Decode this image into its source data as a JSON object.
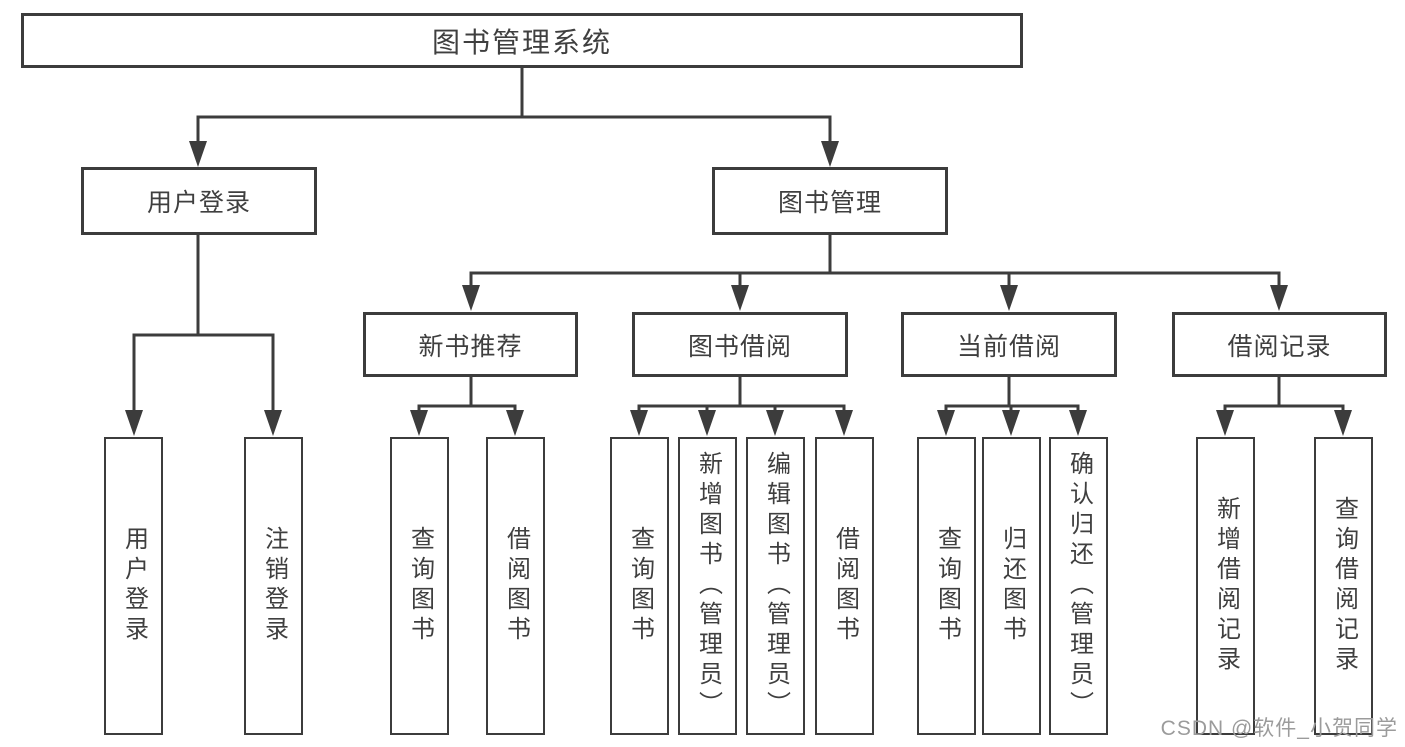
{
  "tree": {
    "label": "图书管理系统",
    "children": [
      {
        "label": "用户登录",
        "children": [
          {
            "label": "用户登录"
          },
          {
            "label": "注销登录"
          }
        ]
      },
      {
        "label": "图书管理",
        "children": [
          {
            "label": "新书推荐",
            "children": [
              {
                "label": "查询图书"
              },
              {
                "label": "借阅图书"
              }
            ]
          },
          {
            "label": "图书借阅",
            "children": [
              {
                "label": "查询图书"
              },
              {
                "label": "新增图书（管理员）"
              },
              {
                "label": "编辑图书（管理员）"
              },
              {
                "label": "借阅图书"
              }
            ]
          },
          {
            "label": "当前借阅",
            "children": [
              {
                "label": "查询图书"
              },
              {
                "label": "归还图书"
              },
              {
                "label": "确认归还（管理员）"
              }
            ]
          },
          {
            "label": "借阅记录",
            "children": [
              {
                "label": "新增借阅记录"
              },
              {
                "label": "查询借阅记录"
              }
            ]
          }
        ]
      }
    ]
  },
  "watermark": "CSDN @软件_小贺同学",
  "colors": {
    "line": "#3c3c3c",
    "text": "#3f3f3f",
    "watermark": "#9b9b9b",
    "background": "#ffffff"
  }
}
